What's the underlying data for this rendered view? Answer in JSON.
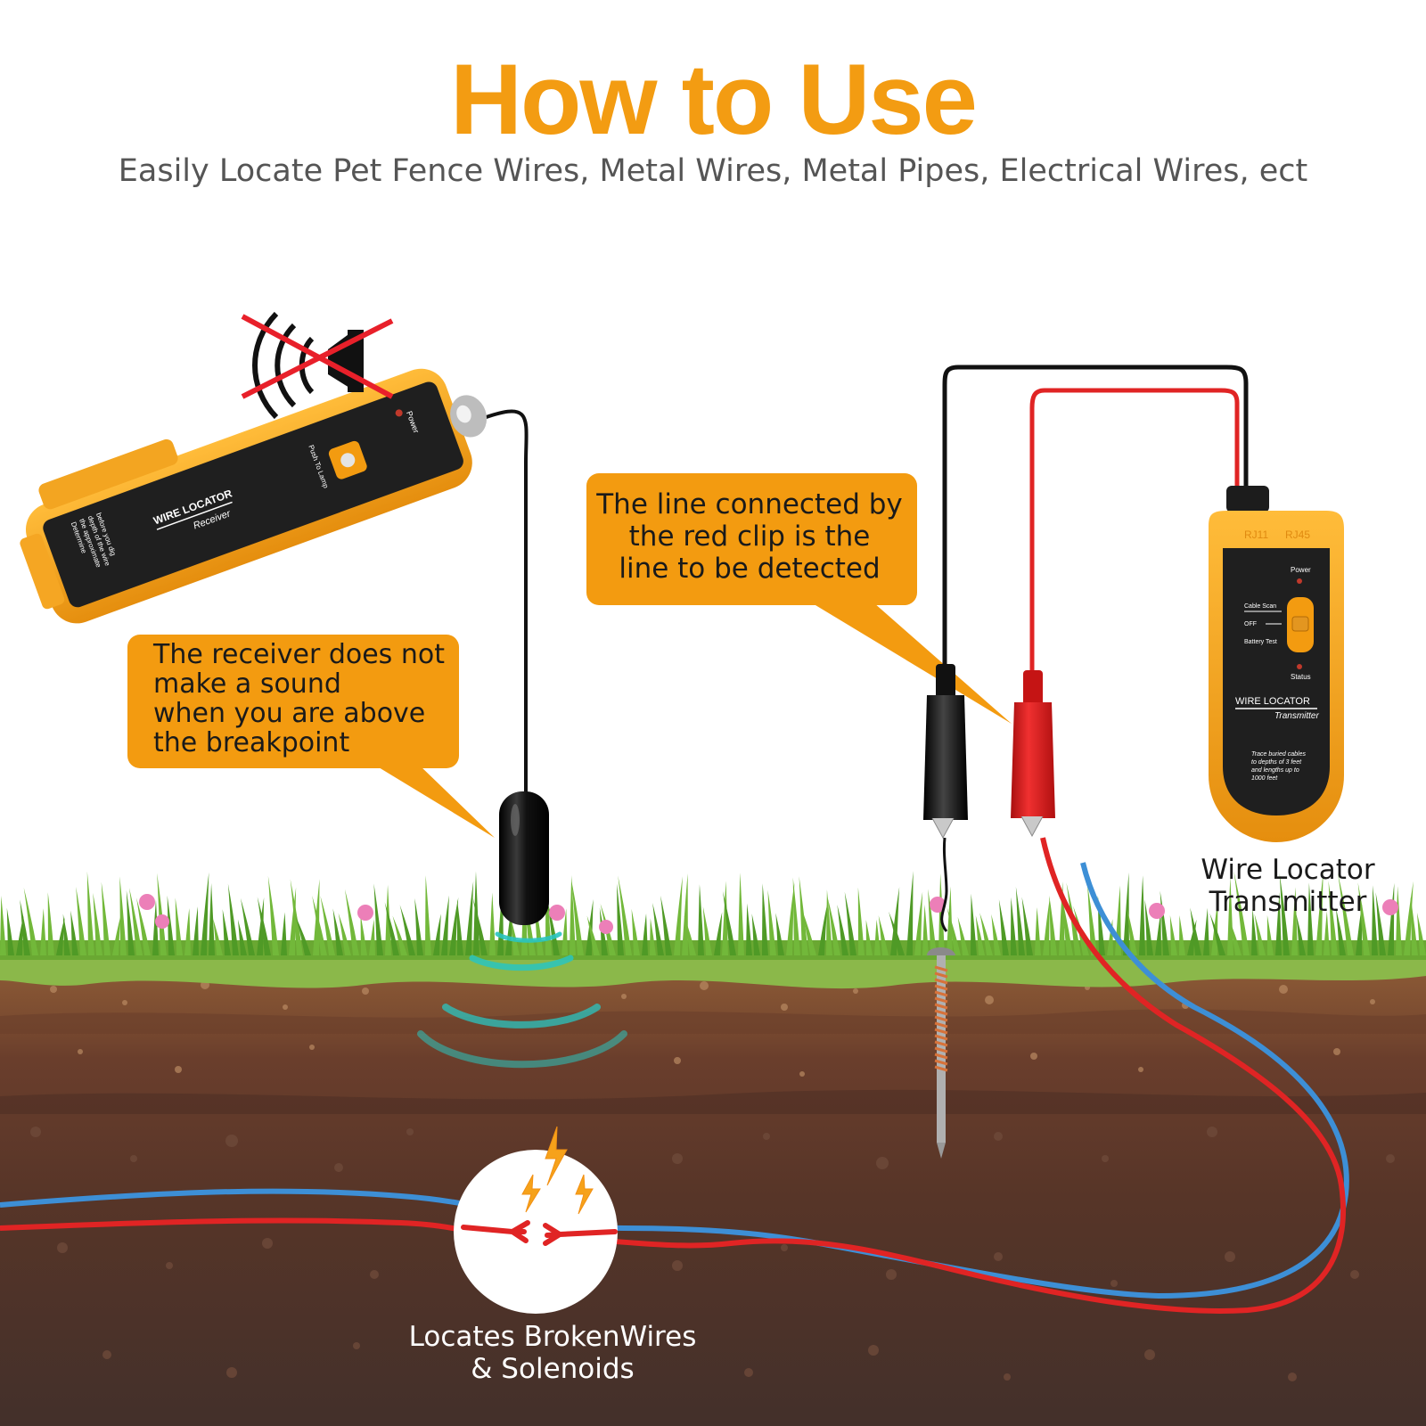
{
  "header": {
    "title": "How to Use",
    "subtitle": "Easily Locate Pet Fence Wires, Metal Wires, Metal Pipes, Electrical Wires, ect"
  },
  "callouts": {
    "receiver_note": [
      "The receiver does not",
      "make a sound",
      "when you are above",
      "the breakpoint"
    ],
    "red_clip_note": [
      "The line connected by",
      "the red clip is the",
      "line to be detected"
    ]
  },
  "labels": {
    "transmitter_label": [
      "Wire Locator",
      "Transmitter"
    ],
    "broken_label": [
      "Locates BrokenWires",
      "& Solenoids"
    ]
  },
  "receiver_device": {
    "brand": "WIRE LOCATOR",
    "model": "Receiver",
    "power": "Power",
    "button": "Push To Lamp",
    "note": [
      "Determine",
      "the approximate",
      "depth of the wire",
      "before you dig"
    ]
  },
  "transmitter_device": {
    "ports": [
      "RJ11",
      "RJ45"
    ],
    "power": "Power",
    "switch_labels": [
      "Cable Scan",
      "OFF",
      "Battery Test"
    ],
    "status": "Status",
    "brand": "WIRE LOCATOR",
    "model": "Transmitter",
    "note": [
      "Trace buried cables",
      "to depths of 3 feet",
      "and lengths up to",
      "1000 feet"
    ]
  },
  "icons": {
    "muted": "speaker-muted-icon",
    "spark": "spark-icon"
  },
  "colors": {
    "title": "#f39c12",
    "callout_fill": "#f39b10",
    "device_body": "#f7a21b",
    "device_panel": "#1f1f1f",
    "red_wire": "#e02424",
    "blue_wire": "#3d8fd6",
    "black_wire": "#111111",
    "grass": "#5fa52e",
    "soil_top": "#8a5a36",
    "soil_deep": "#4a3026",
    "signal": "#29c4c0",
    "cross": "#e8202a"
  }
}
